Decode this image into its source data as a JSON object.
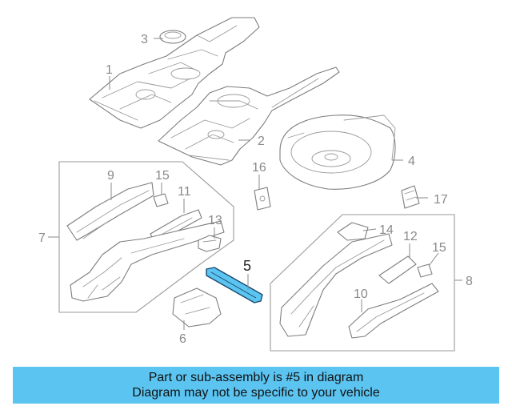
{
  "callouts": {
    "c1": "1",
    "c2": "2",
    "c3": "3",
    "c4": "4",
    "c5": "5",
    "c6": "6",
    "c7": "7",
    "c8": "8",
    "c9": "9",
    "c10": "10",
    "c11": "11",
    "c12": "12",
    "c13": "13",
    "c14": "14",
    "c15a": "15",
    "c15b": "15",
    "c16": "16",
    "c17": "17"
  },
  "highlight": {
    "part_number": "5",
    "color": "#5bc4f1"
  },
  "banner": {
    "line1": "Part or sub-assembly is #5 in diagram",
    "line2": "Diagram may not be specific to your vehicle",
    "background": "#5bc4f1"
  }
}
